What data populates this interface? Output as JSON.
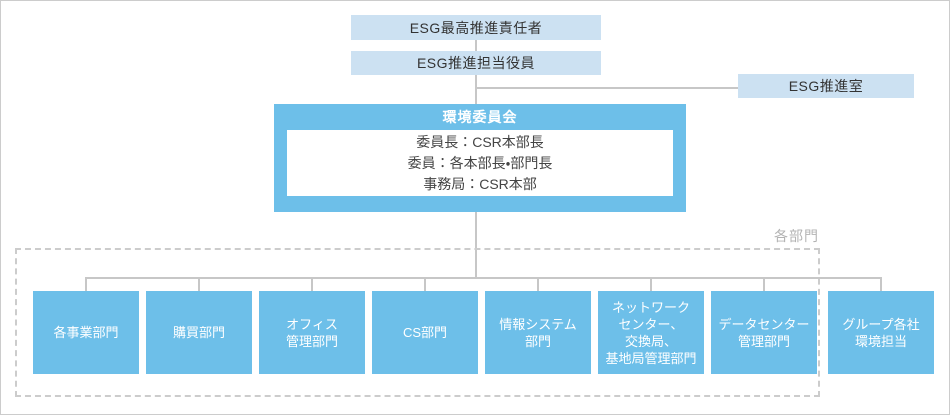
{
  "colors": {
    "pale_blue": "#cce1f2",
    "medium_blue": "#6dbfe9",
    "connector_gray": "#c7c7c7",
    "dashed_gray": "#cccccc",
    "group_label_gray": "#b3b3b3",
    "text_dark": "#333333",
    "text_white": "#ffffff"
  },
  "hierarchy": {
    "chief": {
      "label": "ESG最高推進責任者"
    },
    "officer": {
      "label": "ESG推進担当役員"
    },
    "office": {
      "label": "ESG推進室"
    },
    "committee": {
      "title": "環境委員会",
      "details": [
        "委員長：CSR本部長",
        "委員：各本部長・部門長",
        "事務局：CSR本部"
      ]
    },
    "departments_group": {
      "label": "各部門",
      "items": [
        {
          "label": "各事業部門"
        },
        {
          "label": "購買部門"
        },
        {
          "label": "オフィス\n管理部門"
        },
        {
          "label": "CS部門"
        },
        {
          "label": "情報システム\n部門"
        },
        {
          "label": "ネットワーク\nセンター、\n交換局、\n基地局管理部門"
        },
        {
          "label": "データセンター\n管理部門"
        }
      ]
    },
    "group_companies": {
      "label": "グループ各社\n環境担当"
    }
  }
}
